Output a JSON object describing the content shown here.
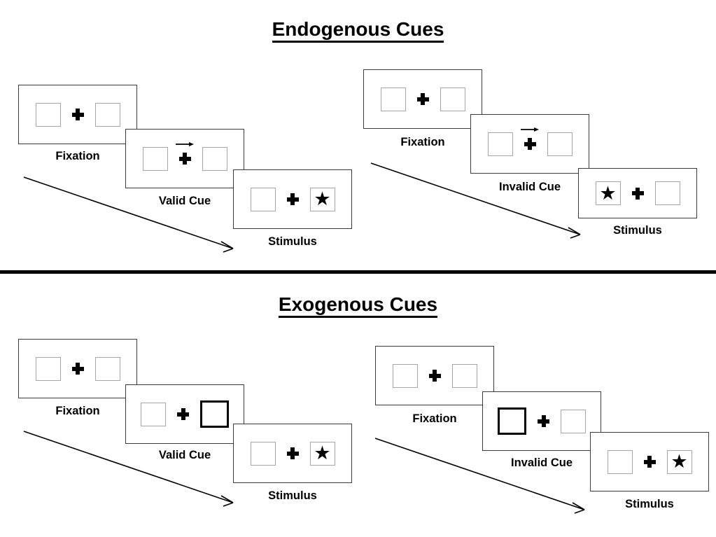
{
  "page": {
    "background": "#ffffff",
    "text_color": "#000000",
    "box_border_color": "#a6a6a6",
    "cued_box_border_color": "#000000",
    "panel_border_color": "#3a3a3a",
    "divider_color": "#000000"
  },
  "sections": [
    {
      "id": "endogenous",
      "title": "Endogenous Cues",
      "groups": [
        {
          "id": "endogenous-valid",
          "panels": [
            {
              "id": "endo-valid-fixation",
              "caption": "Fixation",
              "left_box": "empty",
              "right_box": "empty",
              "cue_arrow": false
            },
            {
              "id": "endo-valid-cue",
              "caption": "Valid Cue",
              "left_box": "empty",
              "right_box": "empty",
              "cue_arrow": true
            },
            {
              "id": "endo-valid-stimulus",
              "caption": "Stimulus",
              "left_box": "empty",
              "right_box": "star",
              "cue_arrow": false
            }
          ]
        },
        {
          "id": "endogenous-invalid",
          "panels": [
            {
              "id": "endo-invalid-fixation",
              "caption": "Fixation",
              "left_box": "empty",
              "right_box": "empty",
              "cue_arrow": false
            },
            {
              "id": "endo-invalid-cue",
              "caption": "Invalid Cue",
              "left_box": "empty",
              "right_box": "empty",
              "cue_arrow": true
            },
            {
              "id": "endo-invalid-stimulus",
              "caption": "Stimulus",
              "left_box": "star",
              "right_box": "empty",
              "cue_arrow": false
            }
          ]
        }
      ]
    },
    {
      "id": "exogenous",
      "title": "Exogenous Cues",
      "groups": [
        {
          "id": "exogenous-valid",
          "panels": [
            {
              "id": "exo-valid-fixation",
              "caption": "Fixation",
              "left_box": "empty",
              "right_box": "empty",
              "cue_arrow": false
            },
            {
              "id": "exo-valid-cue",
              "caption": "Valid Cue",
              "left_box": "empty",
              "right_box": "cued",
              "cue_arrow": false
            },
            {
              "id": "exo-valid-stimulus",
              "caption": "Stimulus",
              "left_box": "empty",
              "right_box": "star",
              "cue_arrow": false
            }
          ]
        },
        {
          "id": "exogenous-invalid",
          "panels": [
            {
              "id": "exo-invalid-fixation",
              "caption": "Fixation",
              "left_box": "empty",
              "right_box": "empty",
              "cue_arrow": false
            },
            {
              "id": "exo-invalid-cue",
              "caption": "Invalid Cue",
              "left_box": "cued",
              "right_box": "empty",
              "cue_arrow": false
            },
            {
              "id": "exo-invalid-stimulus",
              "caption": "Stimulus",
              "left_box": "empty",
              "right_box": "star",
              "cue_arrow": false
            }
          ]
        }
      ]
    }
  ],
  "icons": {
    "star_glyph": "★",
    "fixation_cross": "plus-sign",
    "cue_arrow": "right-arrow-icon",
    "flow_arrow": "diagonal-flow-arrow"
  }
}
